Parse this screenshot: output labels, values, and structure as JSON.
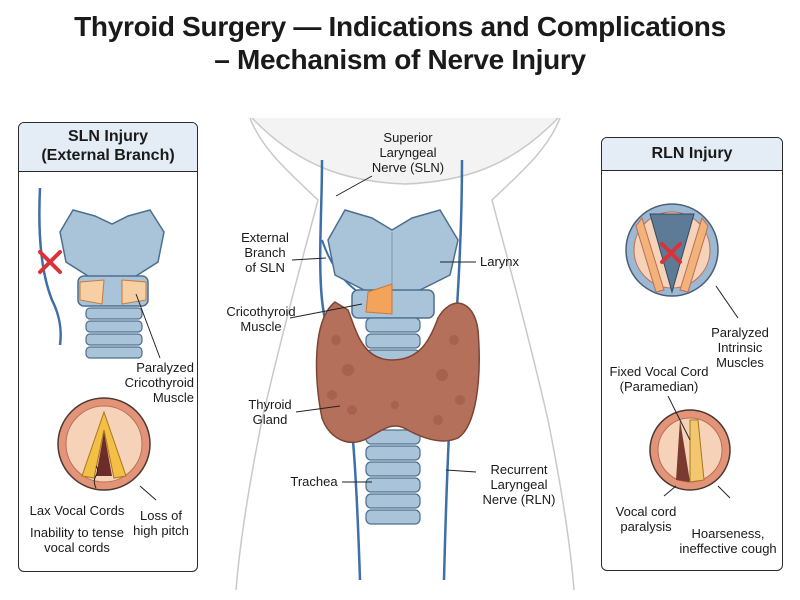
{
  "title": {
    "line1": "Thyroid Surgery — Indications and Complications",
    "line2": "– Mechanism of Nerve Injury"
  },
  "sln_panel": {
    "heading_line1": "SLN Injury",
    "heading_line2": "(External Branch)",
    "paralyzed_label": [
      "Paralyzed",
      "Cricothyroid",
      "Muscle"
    ],
    "lax_label": "Lax Vocal Cords",
    "inability_label": [
      "Inability to tense",
      "vocal cords"
    ],
    "pitch_label": [
      "Loss of",
      "high pitch"
    ]
  },
  "center": {
    "sln_label": [
      "Superior",
      "Laryngeal",
      "Nerve (SLN)"
    ],
    "external_branch_label": [
      "External",
      "Branch",
      "of SLN"
    ],
    "larynx_label": "Larynx",
    "cricothyroid_label": [
      "Cricothyroid",
      "Muscle"
    ],
    "thyroid_label": [
      "Thyroid",
      "Gland"
    ],
    "trachea_label": "Trachea",
    "rln_label": [
      "Recurrent",
      "Laryngeal",
      "Nerve (RLN)"
    ]
  },
  "rln_panel": {
    "heading": "RLN Injury",
    "paralyzed_label": [
      "Paralyzed",
      "Intrinsic",
      "Muscles"
    ],
    "fixed_label": [
      "Fixed Vocal Cord",
      "(Paramedian)"
    ],
    "paralysis_label": [
      "Vocal cord",
      "paralysis"
    ],
    "hoarse_label": [
      "Hoarseness,",
      "ineffective cough"
    ]
  },
  "colors": {
    "larynx": "#a9c3d9",
    "thyroid": "#b5705c",
    "muscle": "#f3b27a",
    "nerve": "#3d6fa8",
    "injury": "#d9323a",
    "panel_header": "#e4edf6"
  }
}
